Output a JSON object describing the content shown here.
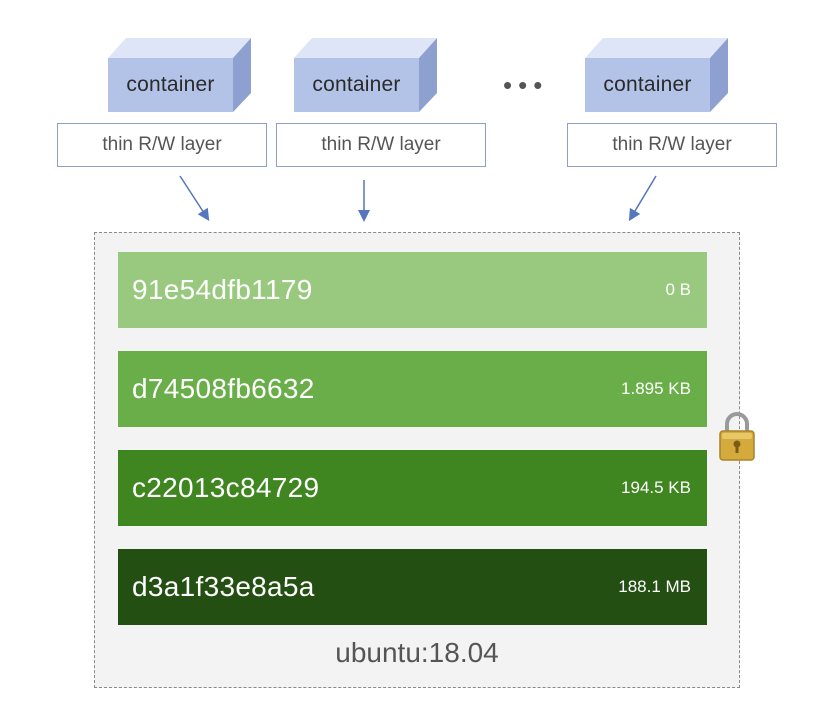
{
  "containers": [
    {
      "label": "container",
      "rw_label": "thin R/W layer"
    },
    {
      "label": "container",
      "rw_label": "thin R/W layer"
    },
    {
      "label": "container",
      "rw_label": "thin R/W layer"
    }
  ],
  "ellipsis": "•••",
  "image": {
    "name": "ubuntu:18.04",
    "layers": [
      {
        "id": "91e54dfb1179",
        "size": "0 B",
        "color": "#98c97e"
      },
      {
        "id": "d74508fb6632",
        "size": "1.895 KB",
        "color": "#6aae49"
      },
      {
        "id": "c22013c84729",
        "size": "194.5 KB",
        "color": "#3f8520"
      },
      {
        "id": "d3a1f33e8a5a",
        "size": "188.1 MB",
        "color": "#244f12"
      }
    ]
  },
  "colors": {
    "cube_front": "#b3c3e8",
    "cube_top": "#dde5f7",
    "cube_side": "#8da0cf",
    "rw_border": "#8fa0c8",
    "arrow": "#5577bb",
    "frame_border": "#8a8a8a",
    "lock_gold": "#d4aa3c"
  }
}
